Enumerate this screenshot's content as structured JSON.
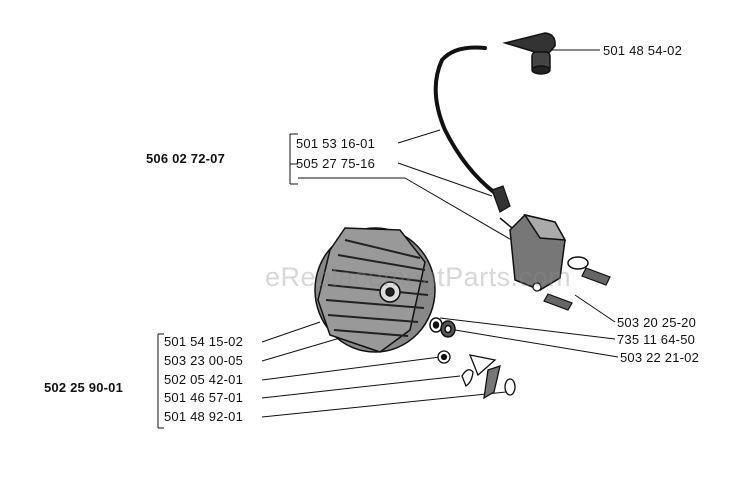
{
  "watermark": "eReplacementParts.com",
  "groups": [
    {
      "id": "g1",
      "assembly": "506 02 72-07",
      "parts": [
        "501 53 16-01",
        "505 27 75-16"
      ]
    },
    {
      "id": "g2",
      "assembly": "502 25 90-01",
      "parts": [
        "501 54 15-02",
        "503 23 00-05",
        "502 05 42-01",
        "501 46 57-01",
        "501 48 92-01"
      ]
    }
  ],
  "callouts": [
    "501 48 54-02",
    "503 20 25-20",
    "735 11 64-50",
    "503 22 21-02"
  ]
}
